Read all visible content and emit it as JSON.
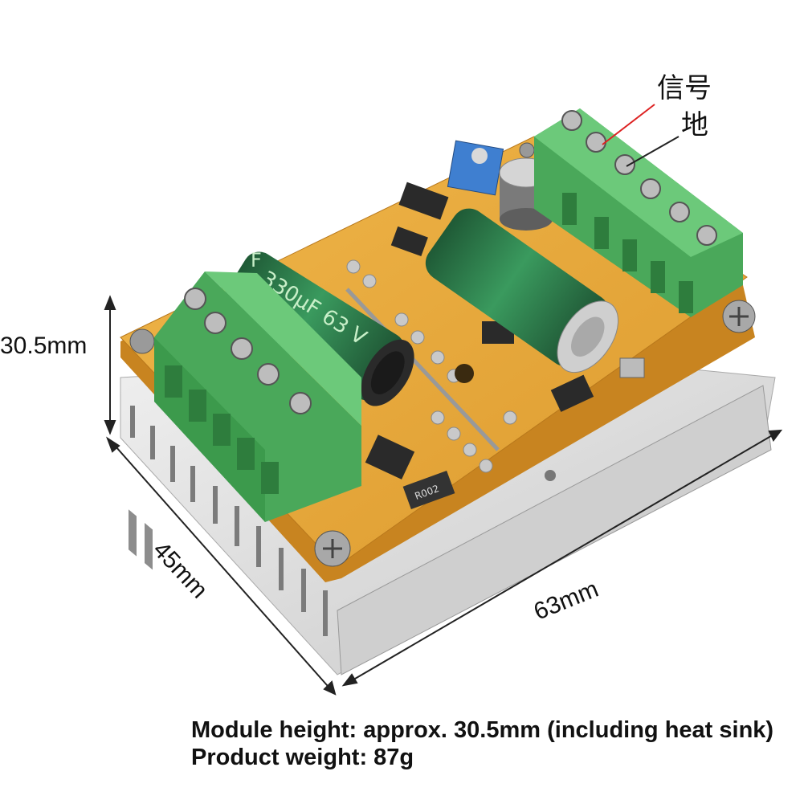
{
  "dimensions": {
    "height": "30.5mm",
    "width": "45mm",
    "length": "63mm"
  },
  "terminal_labels": {
    "signal": "信号",
    "ground": "地"
  },
  "components": {
    "capacitor_large": "330μF 63 V",
    "capacitor_large_fragment": "F",
    "chip_marking": "R002"
  },
  "caption": "Module height: approx. 30.5mm (including heat sink) Product weight: 87g",
  "colors": {
    "pcb": "#e8a83a",
    "terminal": "#5cb86a",
    "capacitor": "#2f7a4a",
    "heatsink": "#d6d6d6"
  }
}
